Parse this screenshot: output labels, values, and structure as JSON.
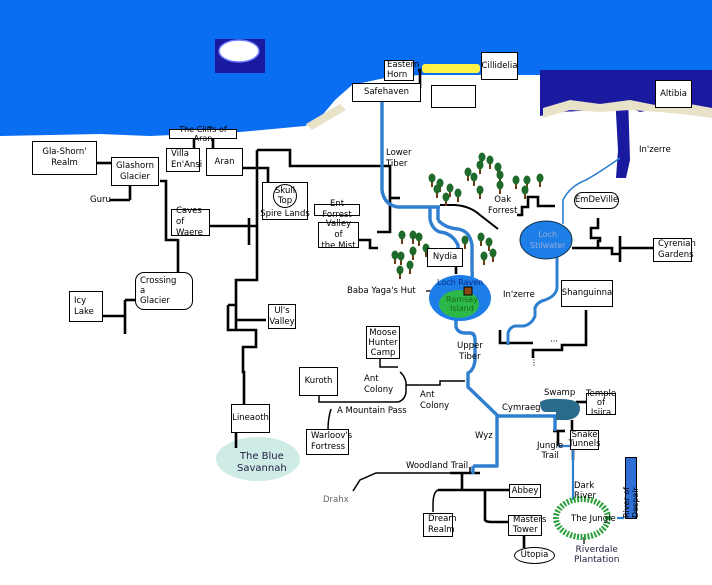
{
  "map": {
    "colors": {
      "sea": "#0a6ef2",
      "deep_water": "#1a1aa0",
      "river": "#2f7fd0",
      "road": "#000000",
      "beach": "#fff34a",
      "loch": "#1d7ee8",
      "island": "#2db84a",
      "tree": "#1d6a2a",
      "trunk": "#6b3b14",
      "hut": "#8a4a14",
      "swamp": "#2a6a8a",
      "jungle": "#2ca03c",
      "savannah": "#bfe4dd"
    },
    "locations": {
      "cliffs_of_aran": "The Cliffs of Aran",
      "gla_shorn_realm": "Gla-Shorn' Realm",
      "villa_en_ansi": "Villa\nEn'Ansi",
      "aran": "Aran",
      "glashorn_glacier": "Glashorn\nGlacier",
      "guru": "Guru",
      "caves_of_waere": "Caves of\nWaere",
      "skull_top": "Skull\nTop",
      "spire_lands": "Spire Lands",
      "ent_forrest": "Ent Forrest",
      "valley_of_the_mist": "Valley of\nthe Mist",
      "crossing_a_glacier": "Crossing\na\nGlacier",
      "icy_lake": "Icy\nLake",
      "uls_valley": "Ul's\nValley",
      "lineaoth": "Lineaoth",
      "the_blue_savannah": "The Blue\nSavannah",
      "kuroth": "Kuroth",
      "warloovs_fortress": "Warloov's\nFortress",
      "moose_hunter_camp": "Moose\nHunter\nCamp",
      "ant_colony_1": "Ant\nColony",
      "ant_colony_2": "Ant\nColony",
      "a_mountain_pass": "A Mountain Pass",
      "eastern_horn": "Eastern\nHorn",
      "cillidelia": "Cillidelia",
      "safehaven": "Safehaven",
      "altibia": "Altibia",
      "lower_tiber": "Lower\nTiber",
      "oak_forrest": "Oak\nForrest",
      "in_zerre_north": "In'zerre",
      "emdeville": "EmDeVille",
      "loch_stilwater": "Loch\nStilwater",
      "cyrenian_gardens": "Cyrenian\nGardens",
      "nydia": "Nydia",
      "loch_raven": "Loch Raven",
      "ramsay_island": "Ramsay\nIsland",
      "baba_yagas_hut": "Baba Yaga's Hut",
      "in_zerre_south": "In'zerre",
      "shanguinna": "Shanguinna",
      "upper_tiber": "Upper\nTiber",
      "cymraeg": "Cymraeg",
      "swamp": "Swamp",
      "temple_of_isiira": "Temple\nof Isiira",
      "snake_tunnels": "Snake\nTunnels",
      "wyz": "Wyz",
      "jungle_trail": "Jungle\nTrail",
      "dark_river": "Dark\nRiver",
      "the_jungle": "The Jungle",
      "river_of_despair": "River of Despair",
      "riverdale_plantation": "Riverdale\nPlantation",
      "woodland_trail": "Woodland Trail",
      "drahx": "Drahx",
      "abbey": "Abbey",
      "dream_realm": "Dream\nRealm",
      "masters_tower": "Masters\nTower",
      "utopia": "Utopia"
    }
  }
}
